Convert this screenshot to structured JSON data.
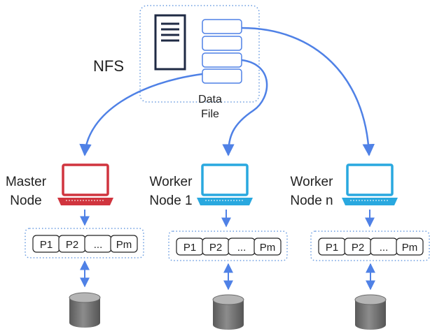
{
  "nfs": {
    "label": "NFS",
    "data_file_line1": "Data",
    "data_file_line2": "File"
  },
  "nodes": [
    {
      "line1": "Master",
      "line2": "Node",
      "color": "#d0343e"
    },
    {
      "line1": "Worker",
      "line2": "Node 1",
      "color": "#29a8df"
    },
    {
      "line1": "Worker",
      "line2": "Node n",
      "color": "#29a8df"
    }
  ],
  "partitions": [
    "P1",
    "P2",
    "...",
    "Pm"
  ],
  "colors": {
    "arrow": "#4f81e6",
    "dotted_border": "#6a9ce0",
    "server": "#1f2a44",
    "database": "#6a6a6a"
  }
}
